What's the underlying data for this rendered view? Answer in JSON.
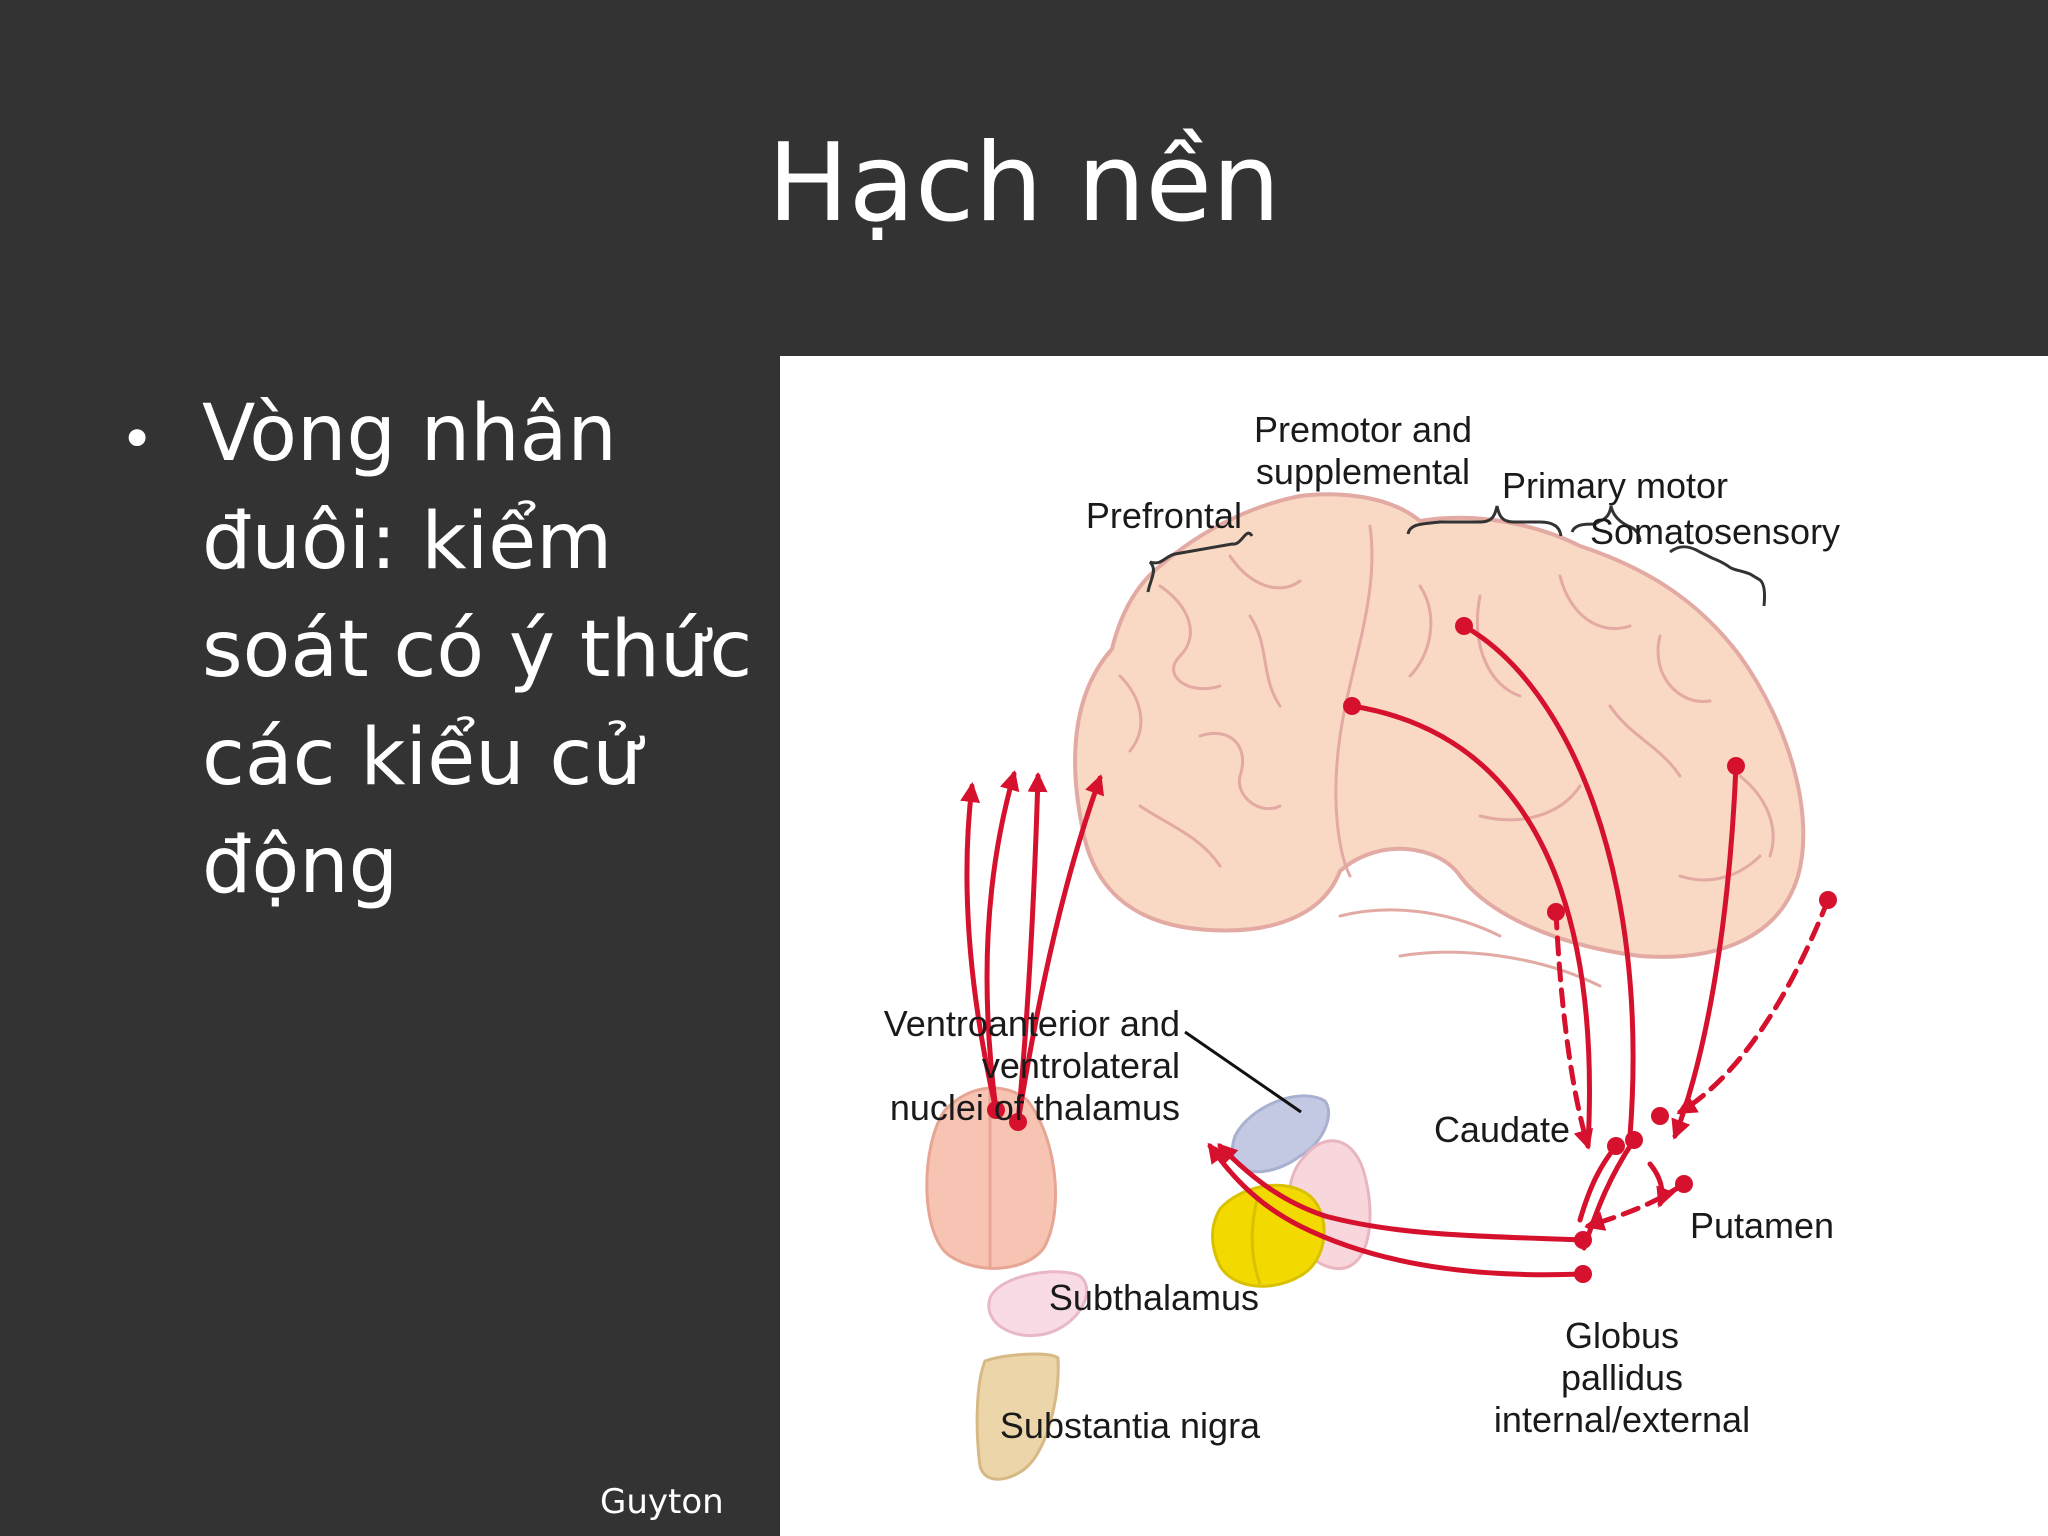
{
  "slide": {
    "title": "Hạch nền",
    "bullet": "Vòng nhân đuôi: kiểm soát có ý thức các kiểu cử động",
    "credit": "Guyton"
  },
  "figure": {
    "labels": {
      "premotor_line1": "Premotor and",
      "premotor_line2": "supplemental",
      "primary_motor": "Primary motor",
      "prefrontal": "Prefrontal",
      "somatosensory": "Somatosensory",
      "thalamus_line1": "Ventroanterior and",
      "thalamus_line2": "ventrolateral",
      "thalamus_line3": "nuclei of thalamus",
      "caudate": "Caudate",
      "putamen": "Putamen",
      "subthalamus": "Subthalamus",
      "globus_line1": "Globus",
      "globus_line2": "pallidus",
      "globus_line3": "internal/external",
      "substantia_nigra": "Substantia nigra"
    },
    "colors": {
      "pathway": "#d6112e",
      "cortex_fill": "#f9d9c4",
      "cortex_stroke": "#e3a9a3",
      "caudate": "#c3c9e3",
      "putamen": "#f7d6dc",
      "globus_pallidus": "#f2da00",
      "thalamus": "#f7c3b3",
      "subthalamus": "#f8dbe4",
      "substantia_nigra": "#ecd5a9"
    }
  }
}
